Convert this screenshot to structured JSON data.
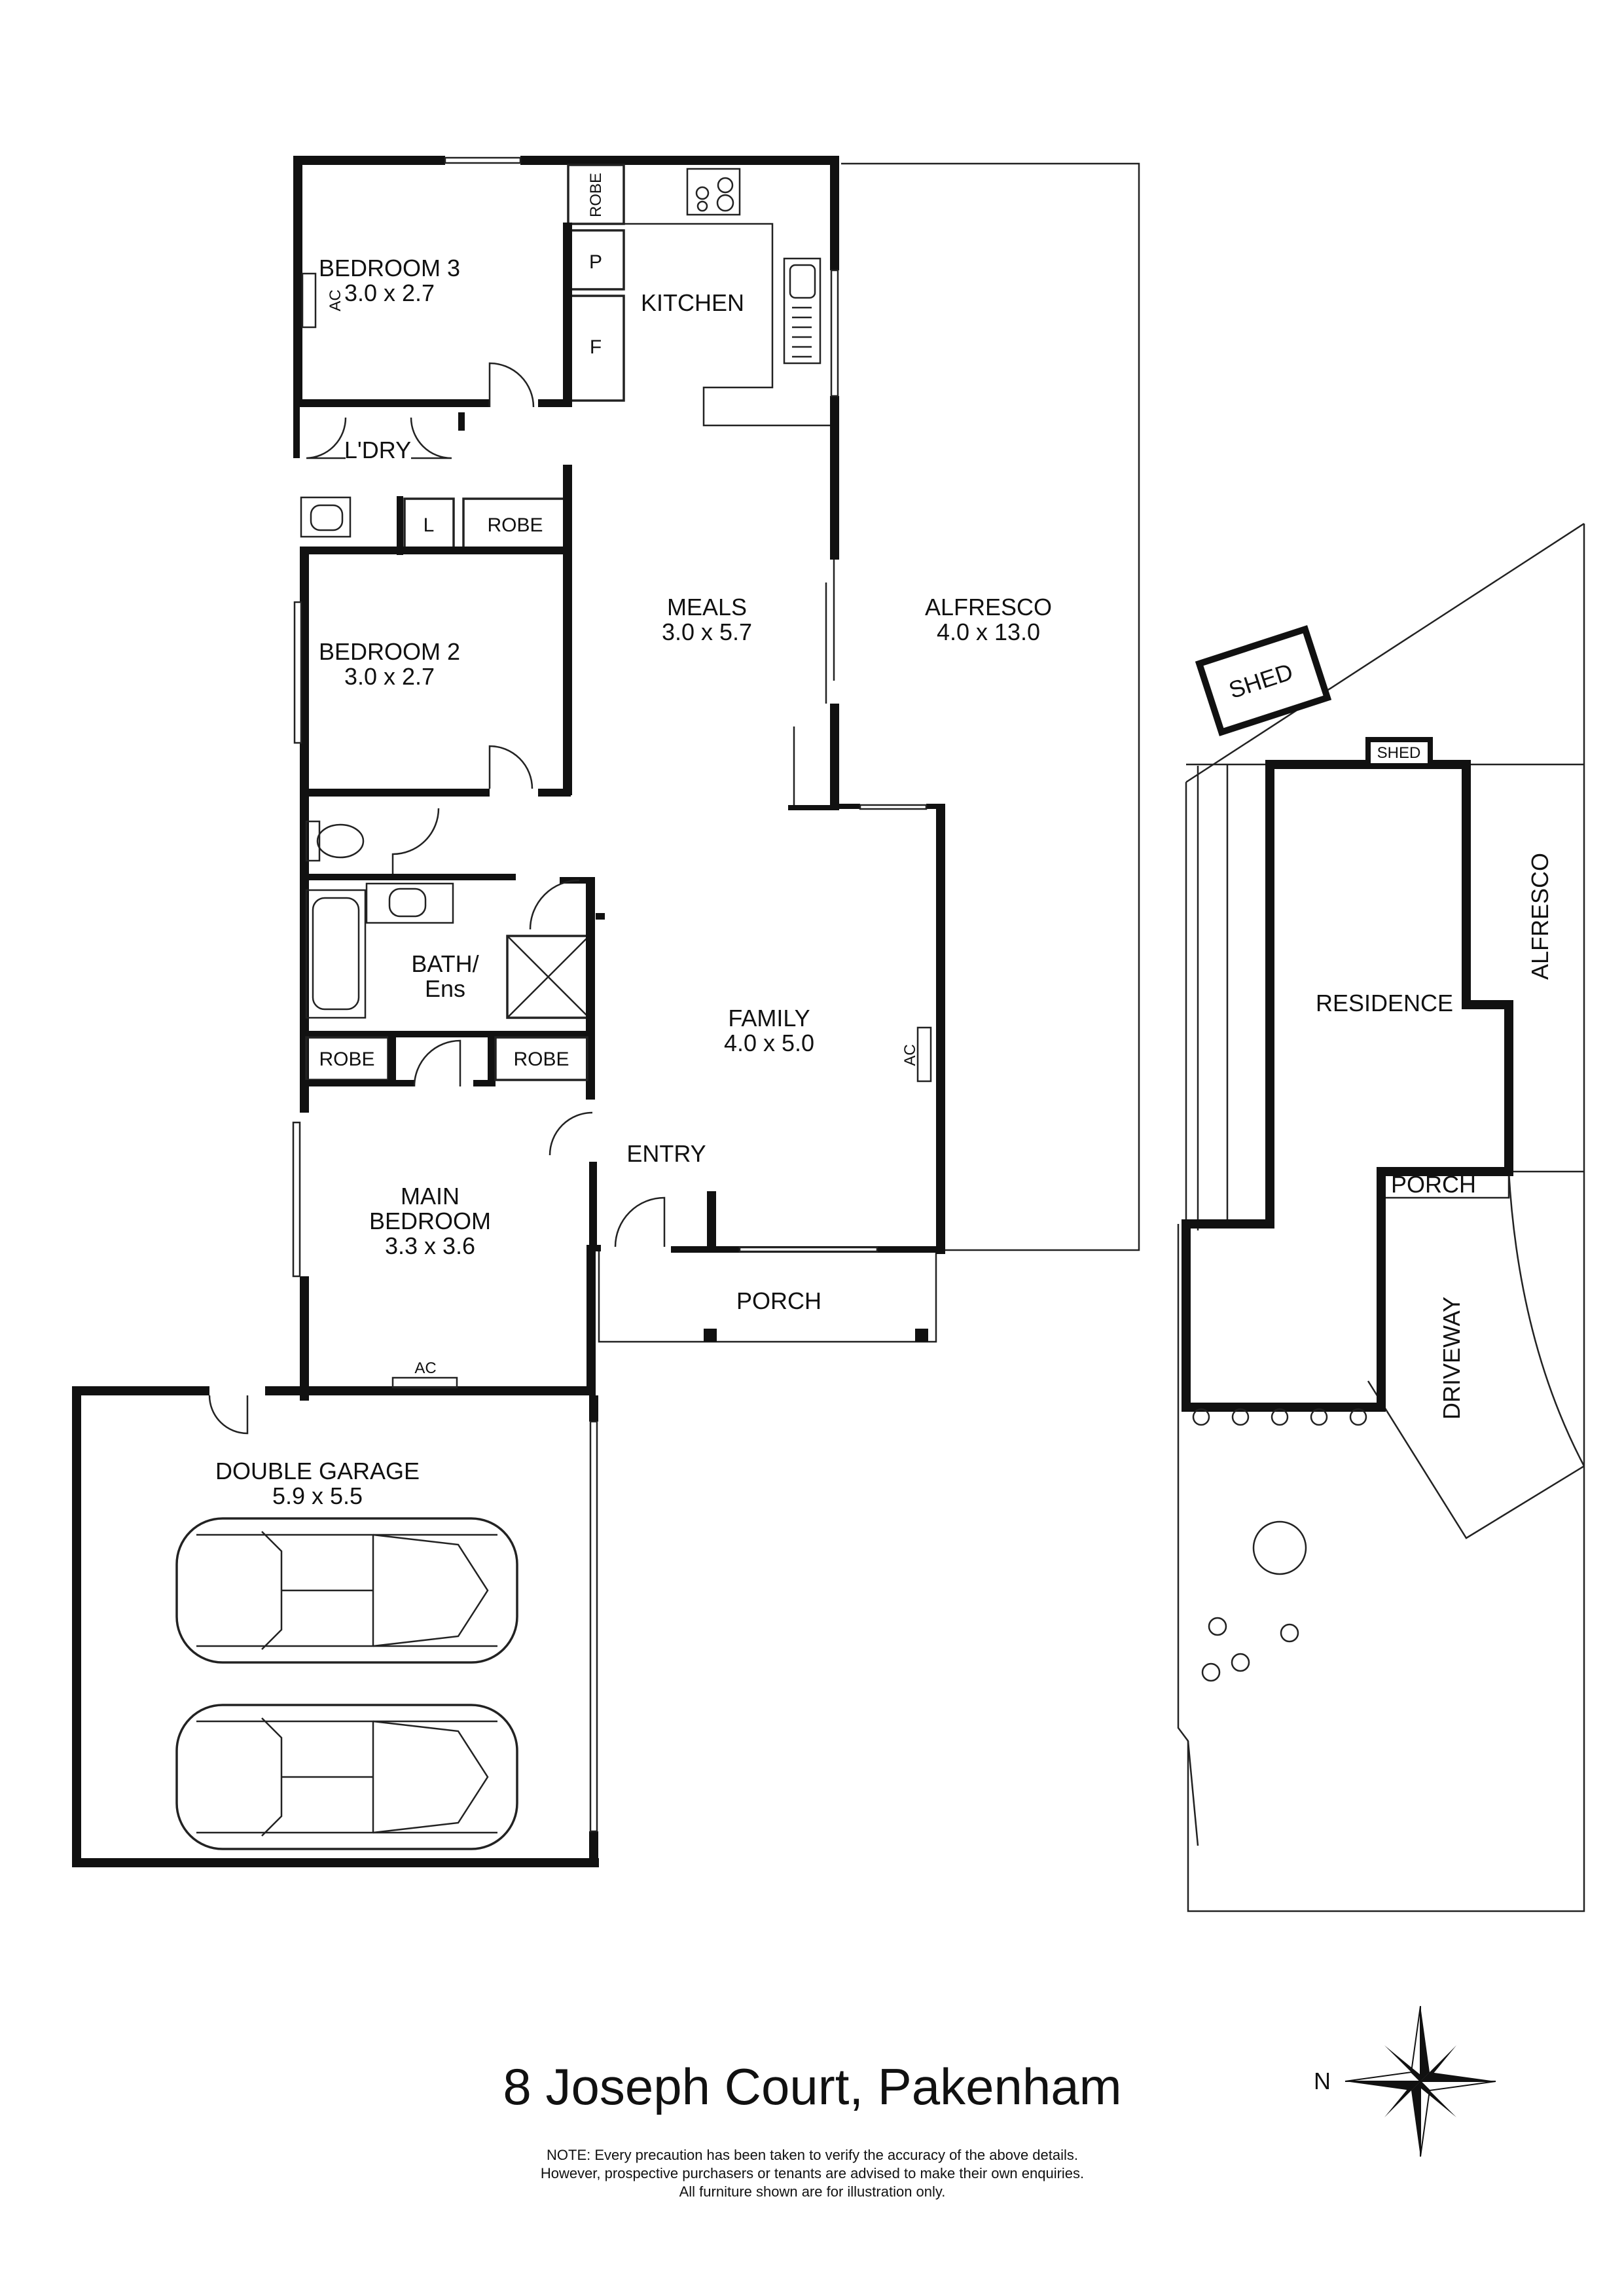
{
  "plan": {
    "title": "8 Joseph Court, Pakenham",
    "note_lines": [
      "NOTE: Every precaution has been taken to verify the accuracy of the above details.",
      "However, prospective purchasers or tenants are advised to make their own enquiries.",
      "All furniture shown are for illustration only."
    ],
    "compass_label": "N",
    "rooms": {
      "bedroom3": {
        "name": "BEDROOM 3",
        "size": "3.0 x 2.7"
      },
      "kitchen": {
        "name": "KITCHEN"
      },
      "laundry": {
        "name": "L'DRY"
      },
      "bedroom2": {
        "name": "BEDROOM 2",
        "size": "3.0 x 2.7"
      },
      "meals": {
        "name": "MEALS",
        "size": "3.0 x 5.7"
      },
      "alfresco": {
        "name": "ALFRESCO",
        "size": "4.0 x 13.0"
      },
      "bath": {
        "name1": "BATH/",
        "name2": "Ens"
      },
      "family": {
        "name": "FAMILY",
        "size": "4.0 x 5.0"
      },
      "entry": {
        "name": "ENTRY"
      },
      "main_bedroom": {
        "name1": "MAIN",
        "name2": "BEDROOM",
        "size": "3.3 x 3.6"
      },
      "porch": {
        "name": "PORCH"
      },
      "garage": {
        "name": "DOUBLE GARAGE",
        "size": "5.9 x 5.5"
      }
    },
    "fixtures": {
      "robe": "ROBE",
      "pantry": "P",
      "fridge": "F",
      "linen": "L",
      "ac": "AC"
    },
    "site": {
      "shed": "SHED",
      "residence": "RESIDENCE",
      "alfresco": "ALFRESCO",
      "porch": "PORCH",
      "driveway": "DRIVEWAY"
    }
  }
}
